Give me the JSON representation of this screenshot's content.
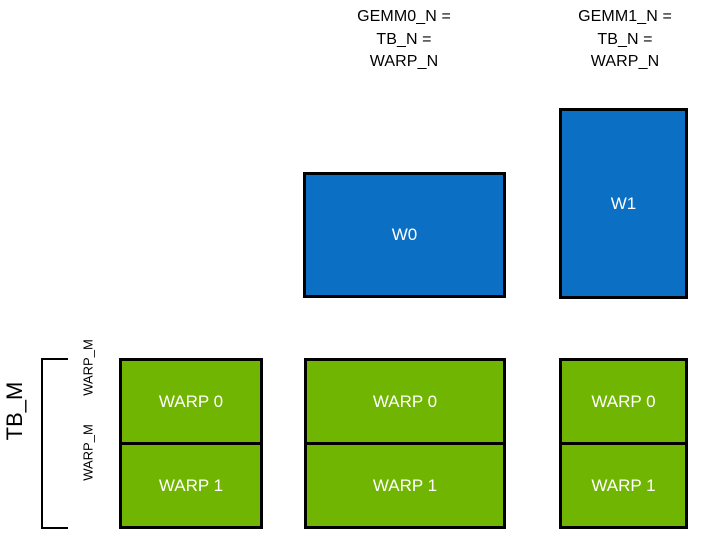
{
  "diagram": {
    "title_text_color": "#000000",
    "background": "#ffffff",
    "blue": "#0b70c3",
    "green": "#70b501",
    "outline": "#000000",
    "columns": [
      {
        "key": "gemm0",
        "caption": "GEMM0_N =\nTB_N =\nWARP_N"
      },
      {
        "key": "gemm1",
        "caption": "GEMM1_N =\nTB_N =\nWARP_N"
      }
    ],
    "blue_tiles": [
      {
        "key": "w0",
        "label": "W0"
      },
      {
        "key": "w1",
        "label": "W1"
      }
    ],
    "green_columns": [
      {
        "key": "col0",
        "cells": [
          {
            "label": "WARP 0"
          },
          {
            "label": "WARP 1"
          }
        ]
      },
      {
        "key": "col1",
        "cells": [
          {
            "label": "WARP 0"
          },
          {
            "label": "WARP 1"
          }
        ]
      },
      {
        "key": "col2",
        "cells": [
          {
            "label": "WARP 0"
          },
          {
            "label": "WARP 1"
          }
        ]
      }
    ],
    "axis": {
      "tb_m_label": "TB_M",
      "warp_m_labels": [
        "WARP_M",
        "WARP_M"
      ]
    }
  }
}
